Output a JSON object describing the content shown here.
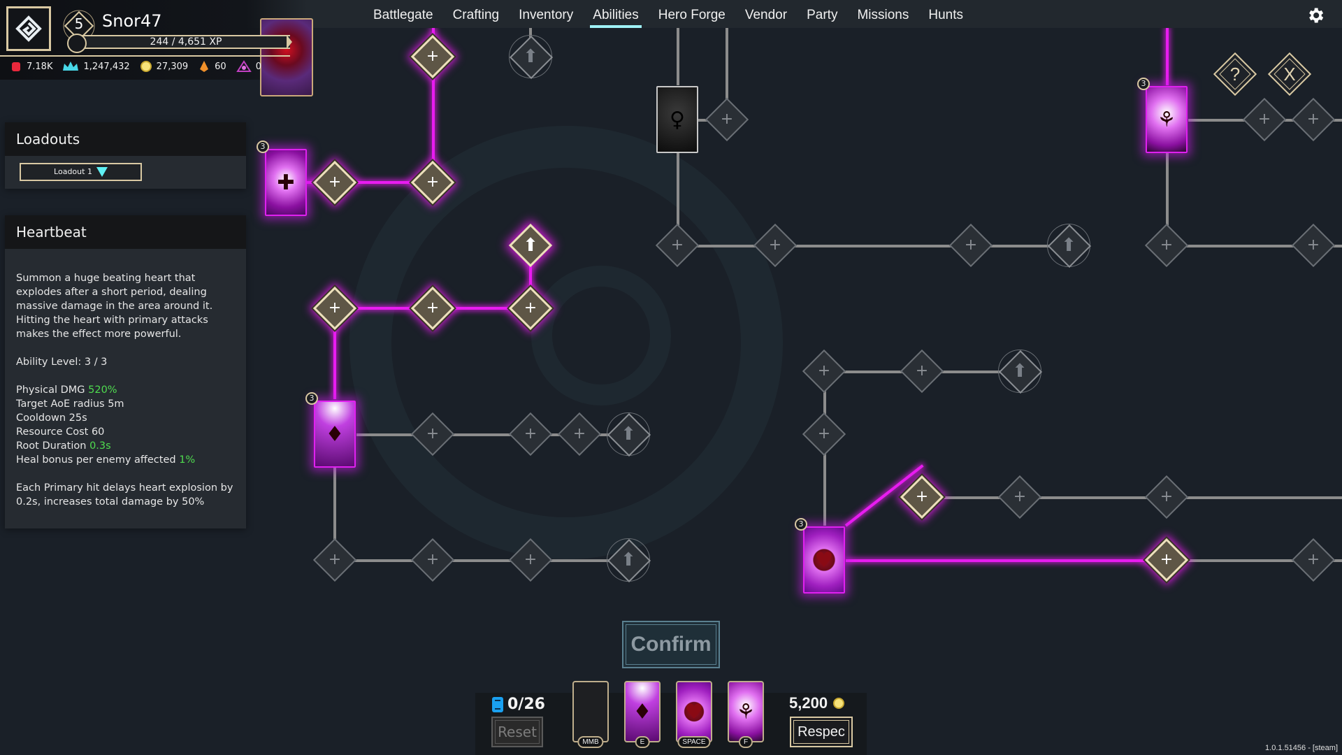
{
  "nav": {
    "items": [
      {
        "label": "Battlegate",
        "active": false
      },
      {
        "label": "Crafting",
        "active": false
      },
      {
        "label": "Inventory",
        "active": false
      },
      {
        "label": "Abilities",
        "active": true
      },
      {
        "label": "Hero Forge",
        "active": false
      },
      {
        "label": "Vendor",
        "active": false
      },
      {
        "label": "Party",
        "active": false
      },
      {
        "label": "Missions",
        "active": false
      },
      {
        "label": "Hunts",
        "active": false
      }
    ],
    "settings_icon": "gear-icon"
  },
  "player": {
    "name": "Snor47",
    "level": "5",
    "xp": "244 / 4,651 XP",
    "currencies": [
      {
        "icon": "fist-icon",
        "value": "7.18K",
        "color": "#e8283c"
      },
      {
        "icon": "crown-icon",
        "value": "1,247,432",
        "color": "#48d8e8"
      },
      {
        "icon": "coin-icon",
        "value": "27,309",
        "color": "#f6e27a"
      },
      {
        "icon": "flame-shard-icon",
        "value": "60",
        "color": "#f0902a"
      },
      {
        "icon": "triangle-eye-icon",
        "value": "0",
        "color": "#c040c0"
      }
    ]
  },
  "loadouts": {
    "title": "Loadouts",
    "selected": "Loadout 1"
  },
  "ability": {
    "name": "Heartbeat",
    "description": "Summon a huge beating heart that explodes after a short period, dealing massive damage in the area around it. Hitting the heart with primary attacks makes the effect more powerful.",
    "level": "Ability Level: 3 / 3",
    "stats": [
      {
        "label": "Physical DMG ",
        "value": "520%",
        "highlight": true
      },
      {
        "label": "Target AoE radius 5m",
        "value": "",
        "highlight": false
      },
      {
        "label": "Cooldown 25s",
        "value": "",
        "highlight": false
      },
      {
        "label": "Resource Cost 60",
        "value": "",
        "highlight": false
      },
      {
        "label": "Root Duration ",
        "value": "0.3s",
        "highlight": true
      },
      {
        "label": "Heal bonus per enemy affected ",
        "value": "1%",
        "highlight": true
      }
    ],
    "note": "Each Primary hit delays heart explosion by 0.2s, increases total damage by 50%"
  },
  "tree": {
    "card_rank": "3",
    "buttons": {
      "help": "?",
      "close": "X"
    }
  },
  "actions": {
    "confirm": "Confirm",
    "points": "0/26",
    "reset": "Reset",
    "respec_cost": "5,200",
    "respec": "Respec"
  },
  "slots": [
    {
      "key": "MMB",
      "art": "empty"
    },
    {
      "key": "E",
      "art": "demon"
    },
    {
      "key": "SPACE",
      "art": "heart"
    },
    {
      "key": "F",
      "art": "tree"
    }
  ],
  "version": "1.0.1.51456 - [steam]",
  "colors": {
    "accent_cyan": "#9ff2f6",
    "active_path": "#e81cf0",
    "gold_border": "#d9c9a3",
    "stat_green": "#4fdc4f"
  }
}
